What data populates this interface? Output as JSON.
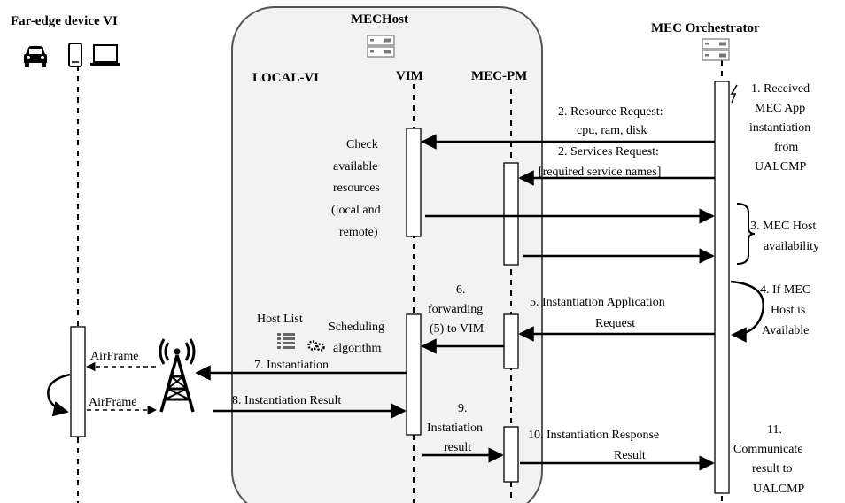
{
  "actors": {
    "far_edge": "Far-edge device VI",
    "mec_host": "MECHost",
    "mec_orchestrator": "MEC Orchestrator",
    "local_vi": "LOCAL-VI",
    "vim": "VIM",
    "mec_pm": "MEC-PM"
  },
  "notes": {
    "check_resources": [
      "Check",
      "available",
      "resources",
      "(local and",
      "remote)"
    ],
    "host_list": "Host List",
    "scheduling": [
      "Scheduling",
      "algorithm"
    ],
    "forwarding": [
      "6.",
      "forwarding",
      "(5) to VIM"
    ],
    "airframe_1": "AirFrame",
    "airframe_2": "AirFrame",
    "received": [
      "1. Received",
      "MEC App",
      "instantiation",
      "from",
      "UALCMP"
    ],
    "availability": [
      "3. MEC Host",
      "availability"
    ],
    "if_available": [
      "4. If MEC",
      "Host is",
      "Available"
    ],
    "communicate": [
      "11.",
      "Communicate",
      "result  to",
      "UALCMP"
    ]
  },
  "messages": {
    "m2a": [
      "2. Resource Request:",
      "cpu, ram, disk"
    ],
    "m2b": [
      "2. Services Request:",
      "[required service names]"
    ],
    "m5": [
      "5. Instantiation Application",
      "Request"
    ],
    "m7": "7. Instantiation",
    "m8": "8. Instantiation Result",
    "m9": [
      "9.",
      "Instatiation",
      "result"
    ],
    "m10": [
      "10. Instantiation Response",
      "Result"
    ]
  },
  "icons": [
    "car-icon",
    "phone-icon",
    "laptop-icon",
    "server-icon",
    "antenna-icon",
    "list-icon",
    "gears-icon",
    "lightning-icon"
  ]
}
